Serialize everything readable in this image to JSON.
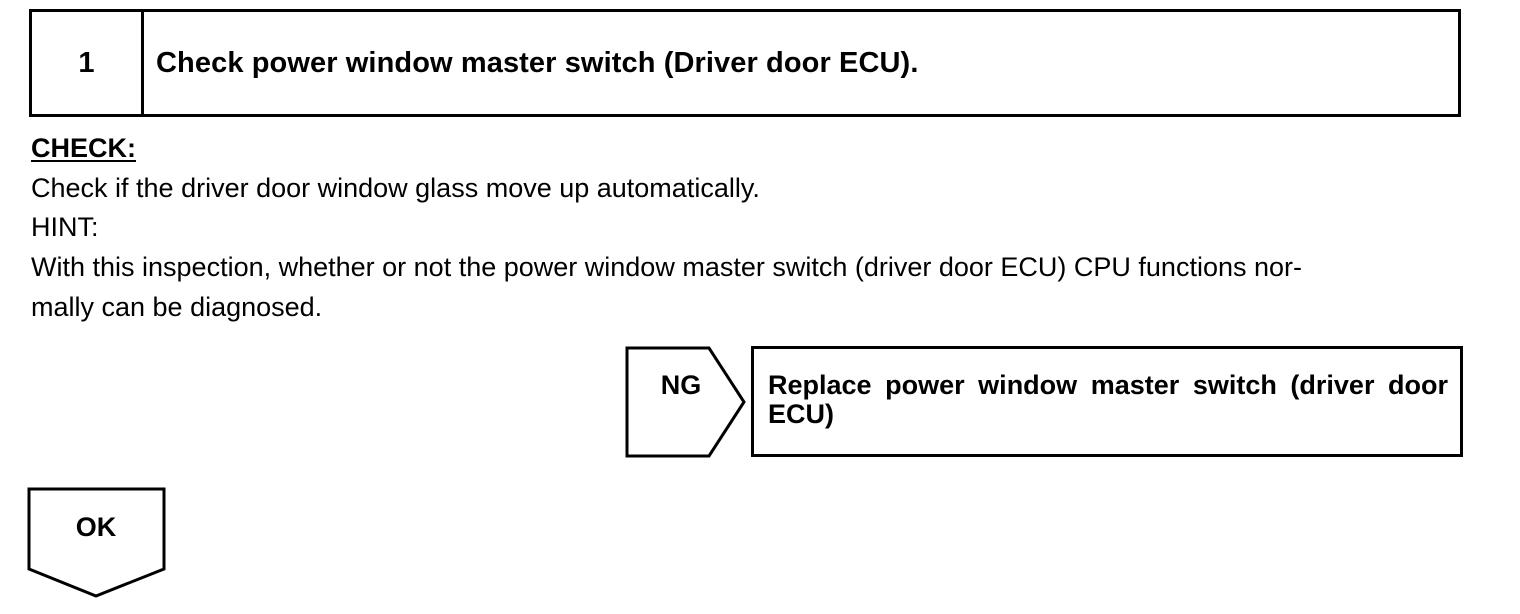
{
  "step": {
    "number": "1",
    "title": "Check power window master switch (Driver door ECU)."
  },
  "check": {
    "label": "CHECK:",
    "text": "Check if the driver door window glass move up automatically."
  },
  "hint": {
    "label": "HINT:",
    "line1": "With this inspection, whether or not the power window master switch (driver door ECU) CPU functions nor-",
    "line2": "mally can be diagnosed."
  },
  "ng": {
    "label": "NG",
    "result": "Replace power window master switch (driver door ECU)"
  },
  "ok": {
    "label": "OK"
  }
}
